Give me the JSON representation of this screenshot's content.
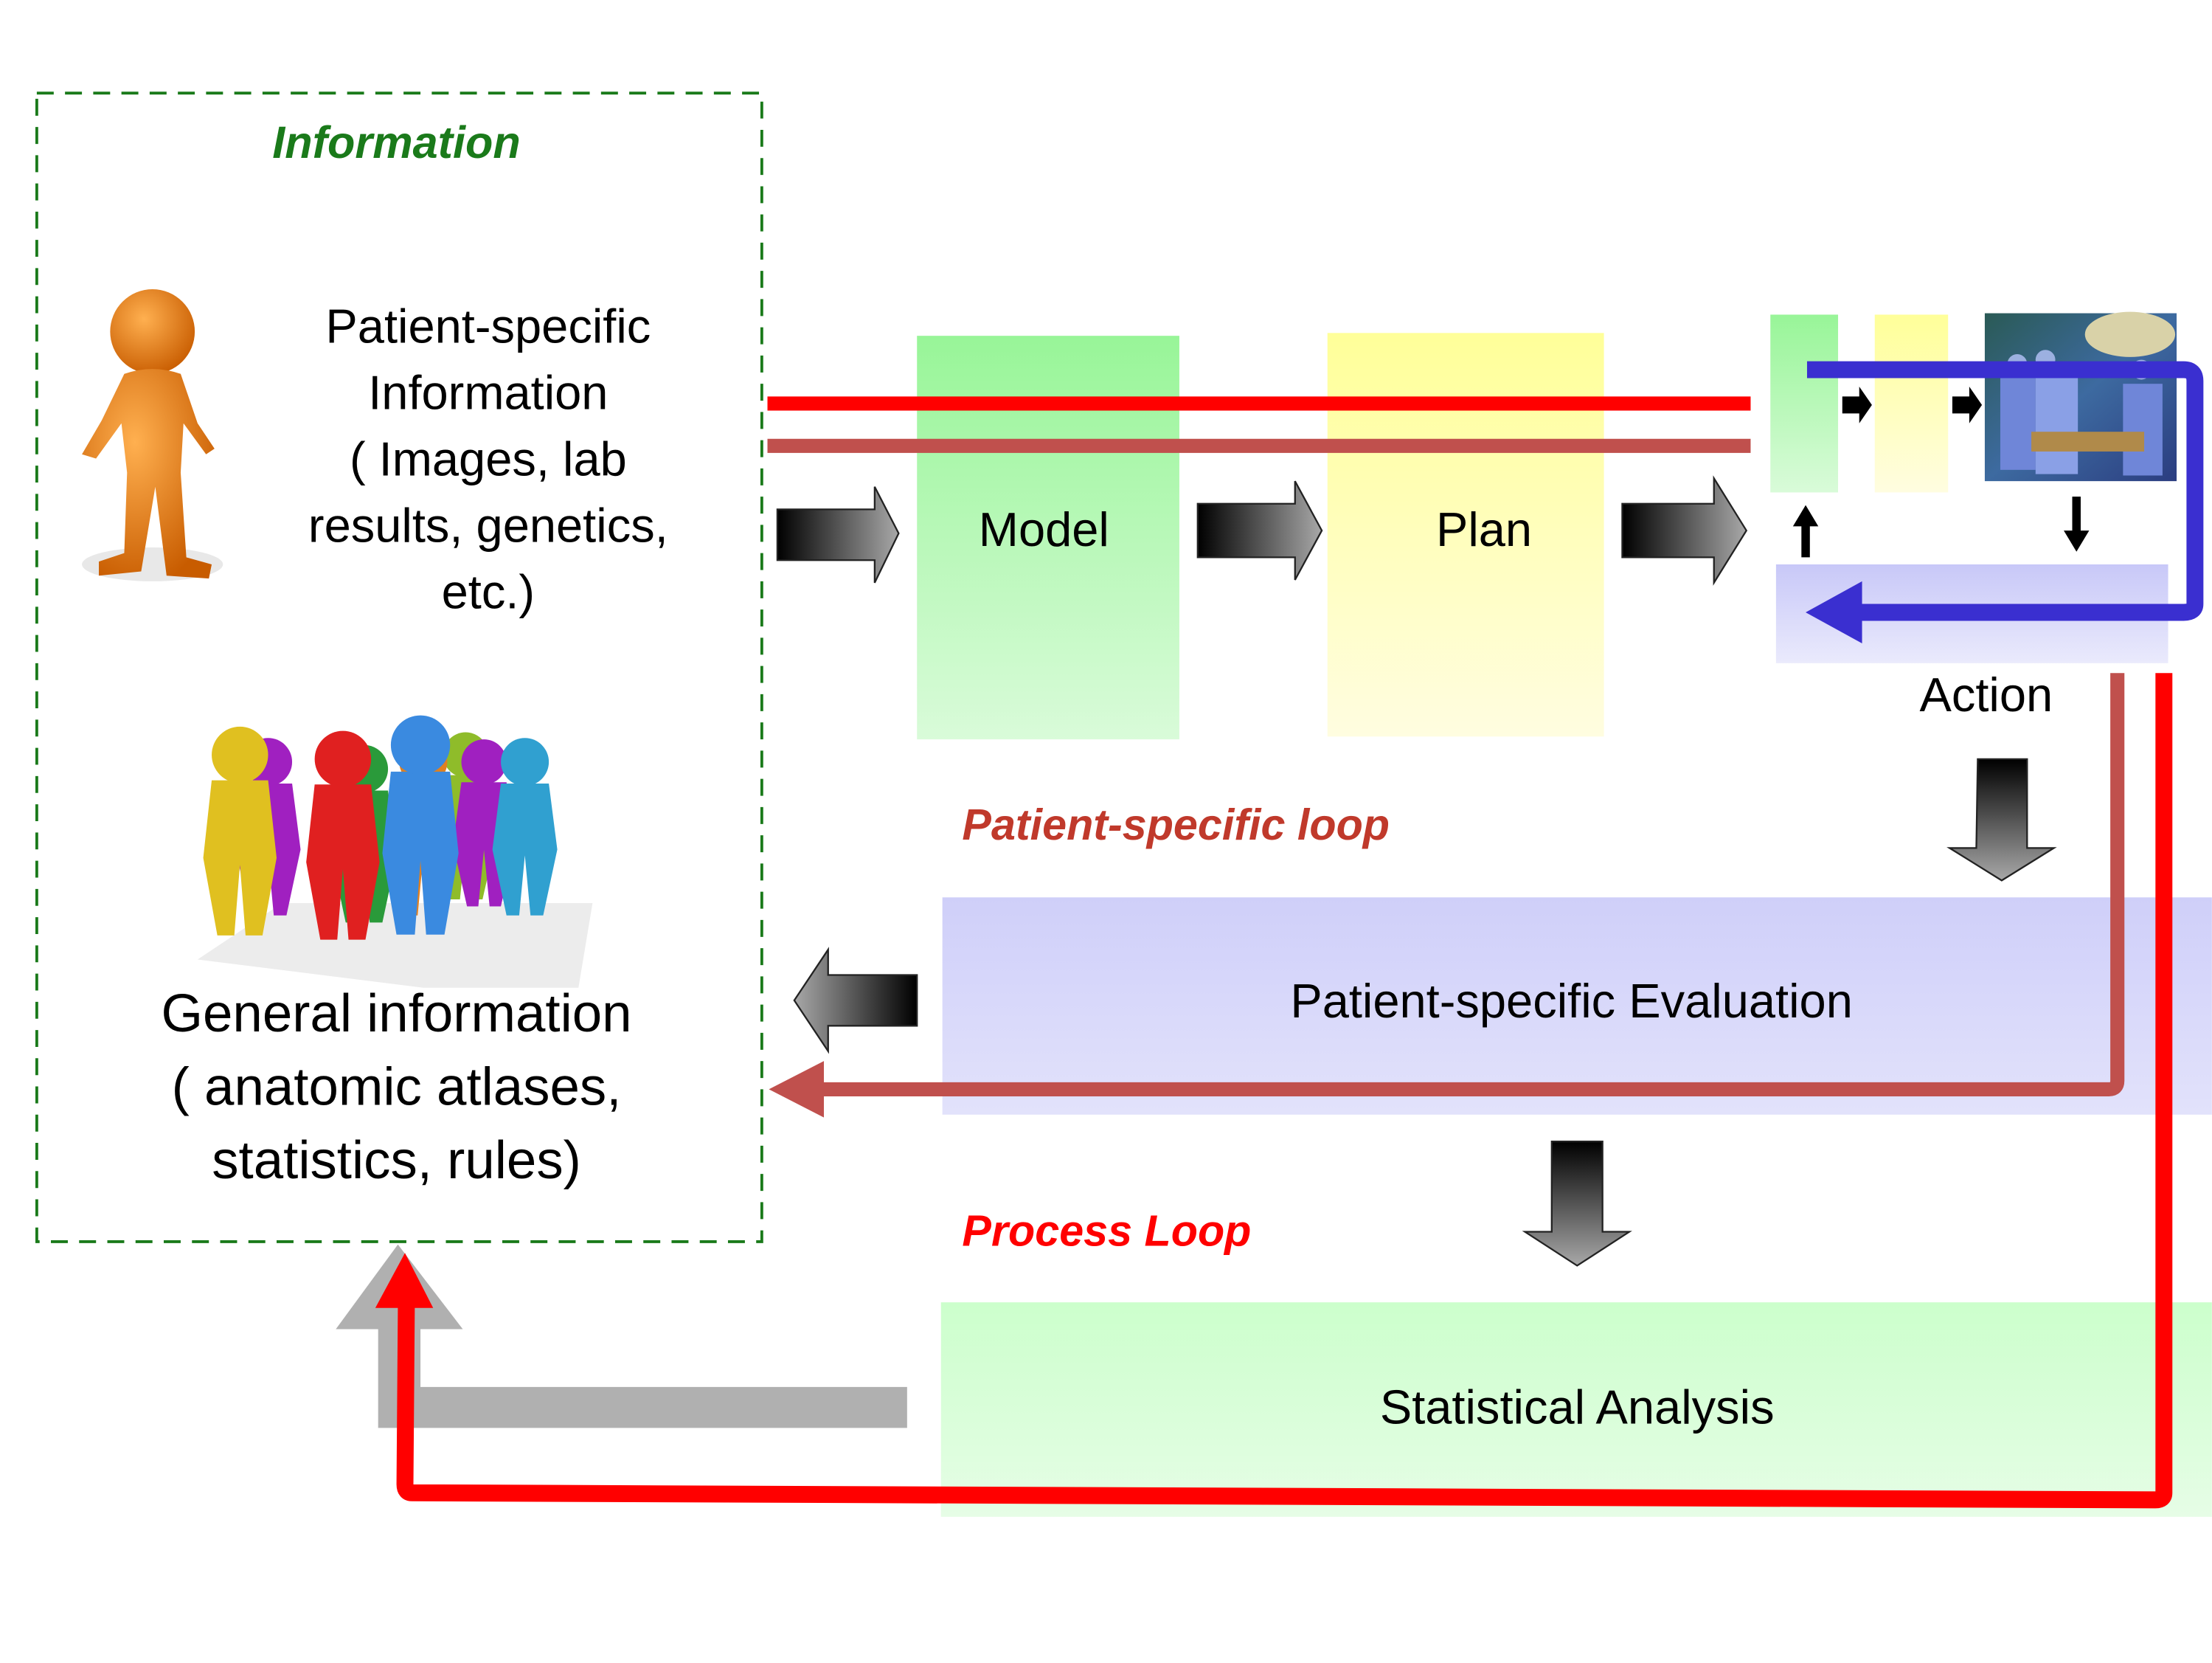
{
  "information_panel": {
    "title": "Information",
    "patient_specific_lines": [
      "Patient-specific",
      "Information",
      "( Images, lab",
      "results, genetics,",
      "etc.)"
    ],
    "general_lines": [
      "General information",
      "( anatomic atlases,",
      "statistics, rules)"
    ]
  },
  "pipeline": {
    "model_label": "Model",
    "plan_label": "Plan",
    "action_label": "Action",
    "action_image": "surgery-team-photo"
  },
  "loops": {
    "patient_specific_loop_label": "Patient-specific loop",
    "process_loop_label": "Process Loop"
  },
  "stages": {
    "evaluation_label": "Patient-specific Evaluation",
    "statistics_label": "Statistical Analysis"
  },
  "colors": {
    "info_green": "#1a7a1a",
    "patient_loop": "#c0504d",
    "process_loop": "#ff0000",
    "action_loop": "#3a2fd0",
    "model_fill": "#9ef79e",
    "plan_fill": "#ffff99",
    "evaluation_fill": "#d0d0fa",
    "statistics_fill": "#ccffcc",
    "feedback_gray": "#b0b0b0"
  }
}
